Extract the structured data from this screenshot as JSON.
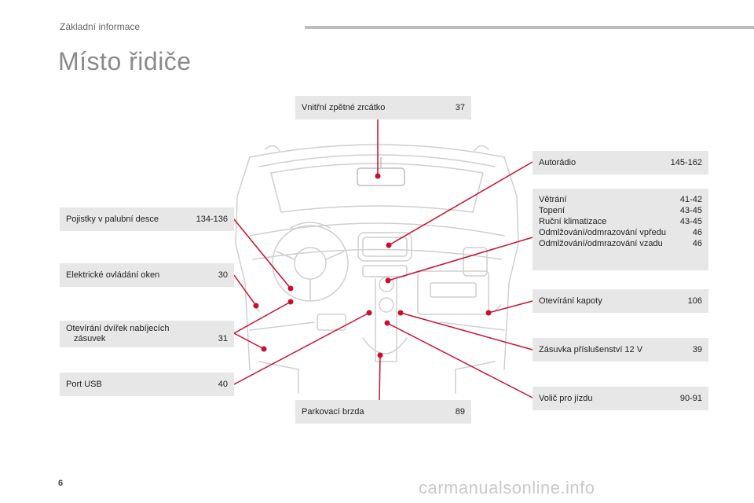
{
  "header": {
    "section": "Základní informace",
    "title": "Místo řidiče"
  },
  "callouts": {
    "mirror": {
      "label": "Vnitřní zpětné zrcátko",
      "page": "37"
    },
    "radio": {
      "label": "Autorádio",
      "page": "145-162"
    },
    "climate": {
      "rows": [
        {
          "label": "Větrání",
          "page": "41-42"
        },
        {
          "label": "Topení",
          "page": "43-45"
        },
        {
          "label": "Ruční klimatizace",
          "page": "43-45"
        },
        {
          "label": "Odmlžování/odmrazování vpředu",
          "page": "46"
        },
        {
          "label": "Odmlžování/odmrazování vzadu",
          "page": "46"
        }
      ]
    },
    "fuses": {
      "label": "Pojistky v palubní desce",
      "page": "134-136"
    },
    "windows": {
      "label": "Elektrické ovládání oken",
      "page": "30"
    },
    "charging": {
      "label1": "Otevírání dvířek nabíjecích",
      "label2": "zásuvek",
      "page": "31"
    },
    "usb": {
      "label": "Port USB",
      "page": "40"
    },
    "handbrake": {
      "label": "Parkovací brzda",
      "page": "89"
    },
    "bonnet": {
      "label": "Otevírání kapoty",
      "page": "106"
    },
    "socket": {
      "label": "Zásuvka příslušenství 12 V",
      "page": "39"
    },
    "selector": {
      "label": "Volič pro jízdu",
      "page": "90-91"
    }
  },
  "footer": {
    "page_number": "6",
    "watermark": "carmanualsonline.info"
  },
  "colors": {
    "accent": "#c8102e",
    "box": "#e7e7e7",
    "line_art": "#cfcfcf"
  }
}
